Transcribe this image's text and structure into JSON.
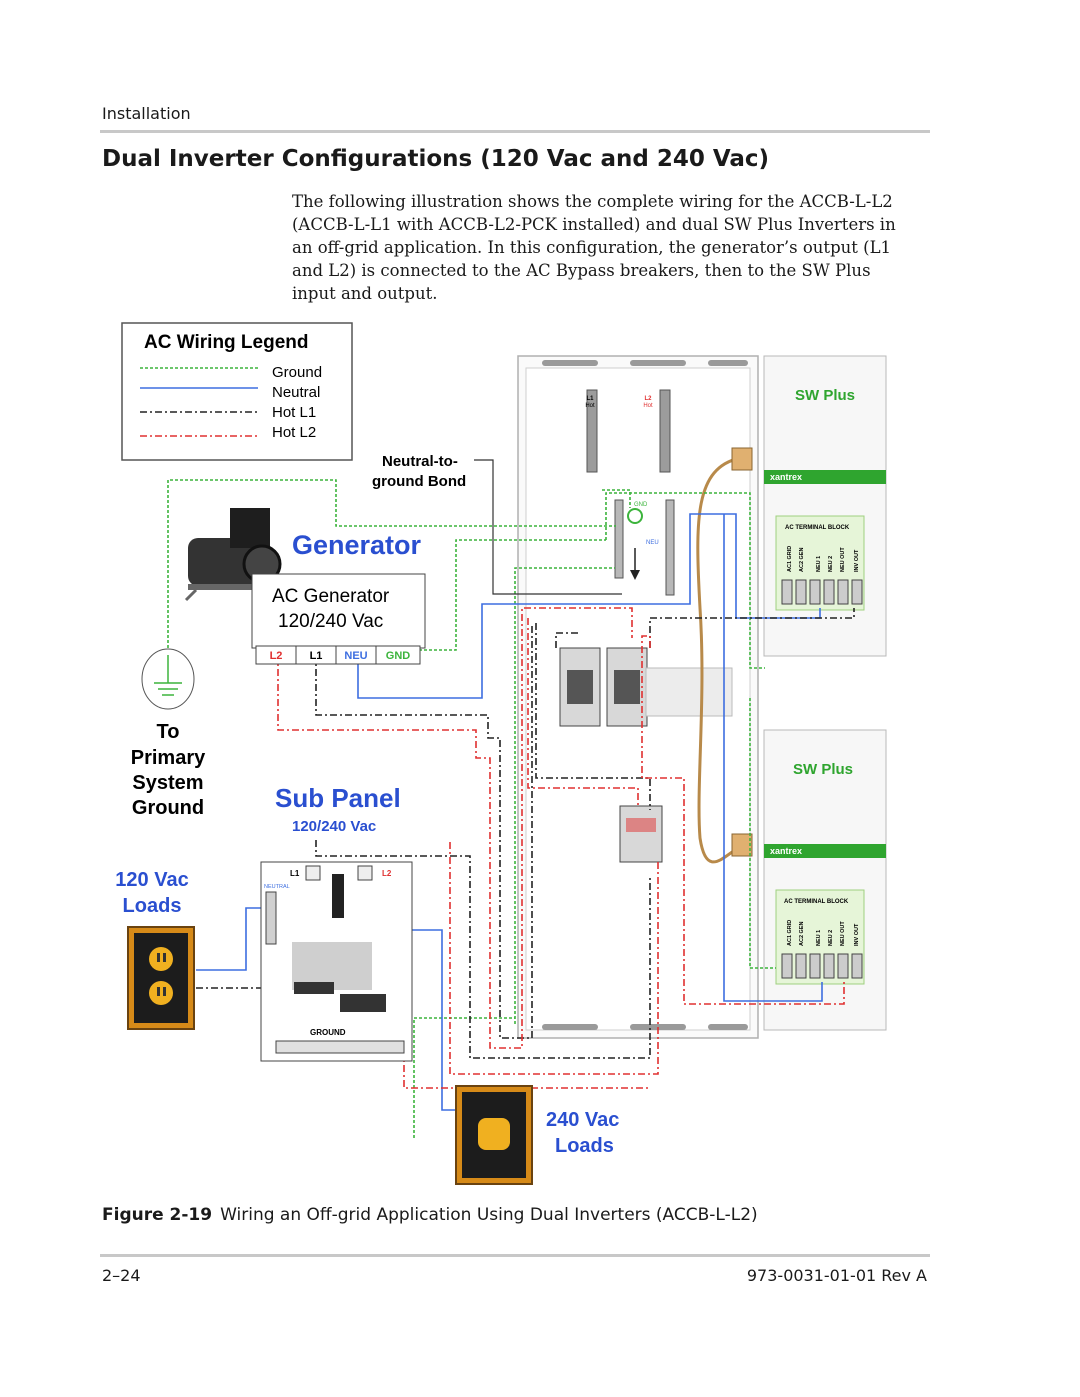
{
  "header": {
    "section": "Installation"
  },
  "title": "Dual Inverter Configurations (120 Vac and 240 Vac)",
  "intro": "The following illustration shows the complete wiring for the ACCB-L-L2 (ACCB-L-L1 with ACCB-L2-PCK installed) and dual SW Plus Inverters in an off-grid application. In this configuration, the generator’s output (L1 and L2) is connected to the AC Bypass breakers, then to the SW Plus input and output.",
  "diagram": {
    "legend": {
      "title": "AC Wiring Legend",
      "items": [
        {
          "label": "Ground",
          "color": "#3cb43c"
        },
        {
          "label": "Neutral",
          "color": "#3d6ee0"
        },
        {
          "label": "Hot L1",
          "color": "#222222"
        },
        {
          "label": "Hot L2",
          "color": "#e03030"
        }
      ]
    },
    "bond_label_1": "Neutral-to-",
    "bond_label_2": "ground Bond",
    "generator": {
      "title": "Generator",
      "desc_1": "AC Generator",
      "desc_2": "120/240 Vac",
      "terminals": [
        "L2",
        "L1",
        "NEU",
        "GND"
      ]
    },
    "ground_label": [
      "To",
      "Primary",
      "System",
      "Ground"
    ],
    "sub_panel": {
      "title": "Sub Panel",
      "voltage": "120/240 Vac",
      "l1": "L1",
      "l2": "L2",
      "neutral": "NEUTRAL",
      "ground": "GROUND"
    },
    "loads_120": [
      "120 Vac",
      "Loads"
    ],
    "loads_240": [
      "240 Vac",
      "Loads"
    ],
    "accb": {
      "l1": "L1",
      "l1_sub": "Hot",
      "l2": "L2",
      "l2_sub": "Hot",
      "gnd": "GND",
      "neu": "NEU"
    },
    "inverters": [
      {
        "name": "SW Plus",
        "brand": "xantrex",
        "terminal_block": "AC TERMINAL BLOCK",
        "terminals": [
          "AC1 GRID",
          "AC2 GEN",
          "NEU 1",
          "NEU 2",
          "NEU OUT",
          "INV OUT"
        ]
      },
      {
        "name": "SW Plus",
        "brand": "xantrex",
        "terminal_block": "AC TERMINAL BLOCK",
        "terminals": [
          "AC1 GRID",
          "AC2 GEN",
          "NEU 1",
          "NEU 2",
          "NEU OUT",
          "INV OUT"
        ]
      }
    ]
  },
  "caption": {
    "number": "Figure 2-19",
    "text": "Wiring an Off-grid Application Using Dual Inverters (ACCB-L-L2)"
  },
  "footer": {
    "page": "2–24",
    "doc": "973-0031-01-01 Rev A"
  }
}
